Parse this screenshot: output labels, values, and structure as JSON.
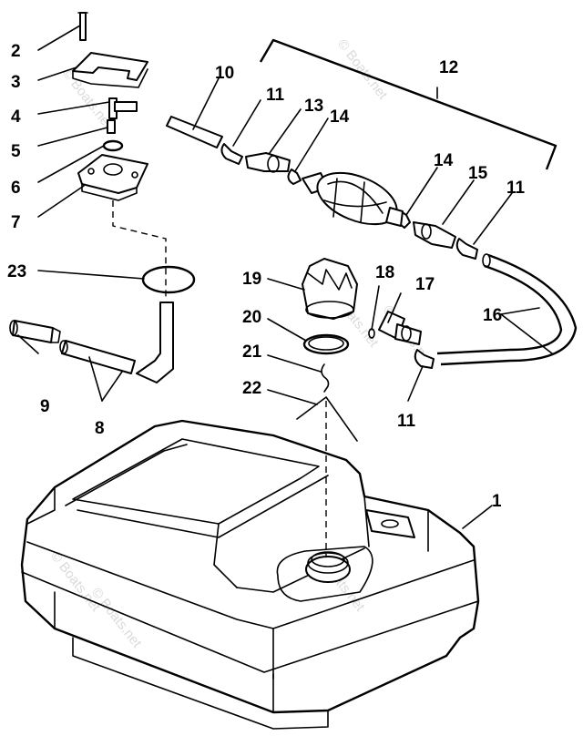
{
  "labels": {
    "l1": "1",
    "l2": "2",
    "l3": "3",
    "l4": "4",
    "l5": "5",
    "l6": "6",
    "l7": "7",
    "l8": "8",
    "l9": "9",
    "l10": "10",
    "l11a": "11",
    "l11b": "11",
    "l11c": "11",
    "l12": "12",
    "l13": "13",
    "l14a": "14",
    "l14b": "14",
    "l15": "15",
    "l16": "16",
    "l17": "17",
    "l18": "18",
    "l19": "19",
    "l20": "20",
    "l21": "21",
    "l22": "22",
    "l23": "23"
  },
  "watermarks": {
    "w1": "© Boats.net",
    "w2": "© Boats.net",
    "w3": "© Boats.net",
    "w4": "© Boats.net",
    "w5": "© Boats.net",
    "w6": "© Boats.net",
    "w7": "© Boats.net"
  }
}
